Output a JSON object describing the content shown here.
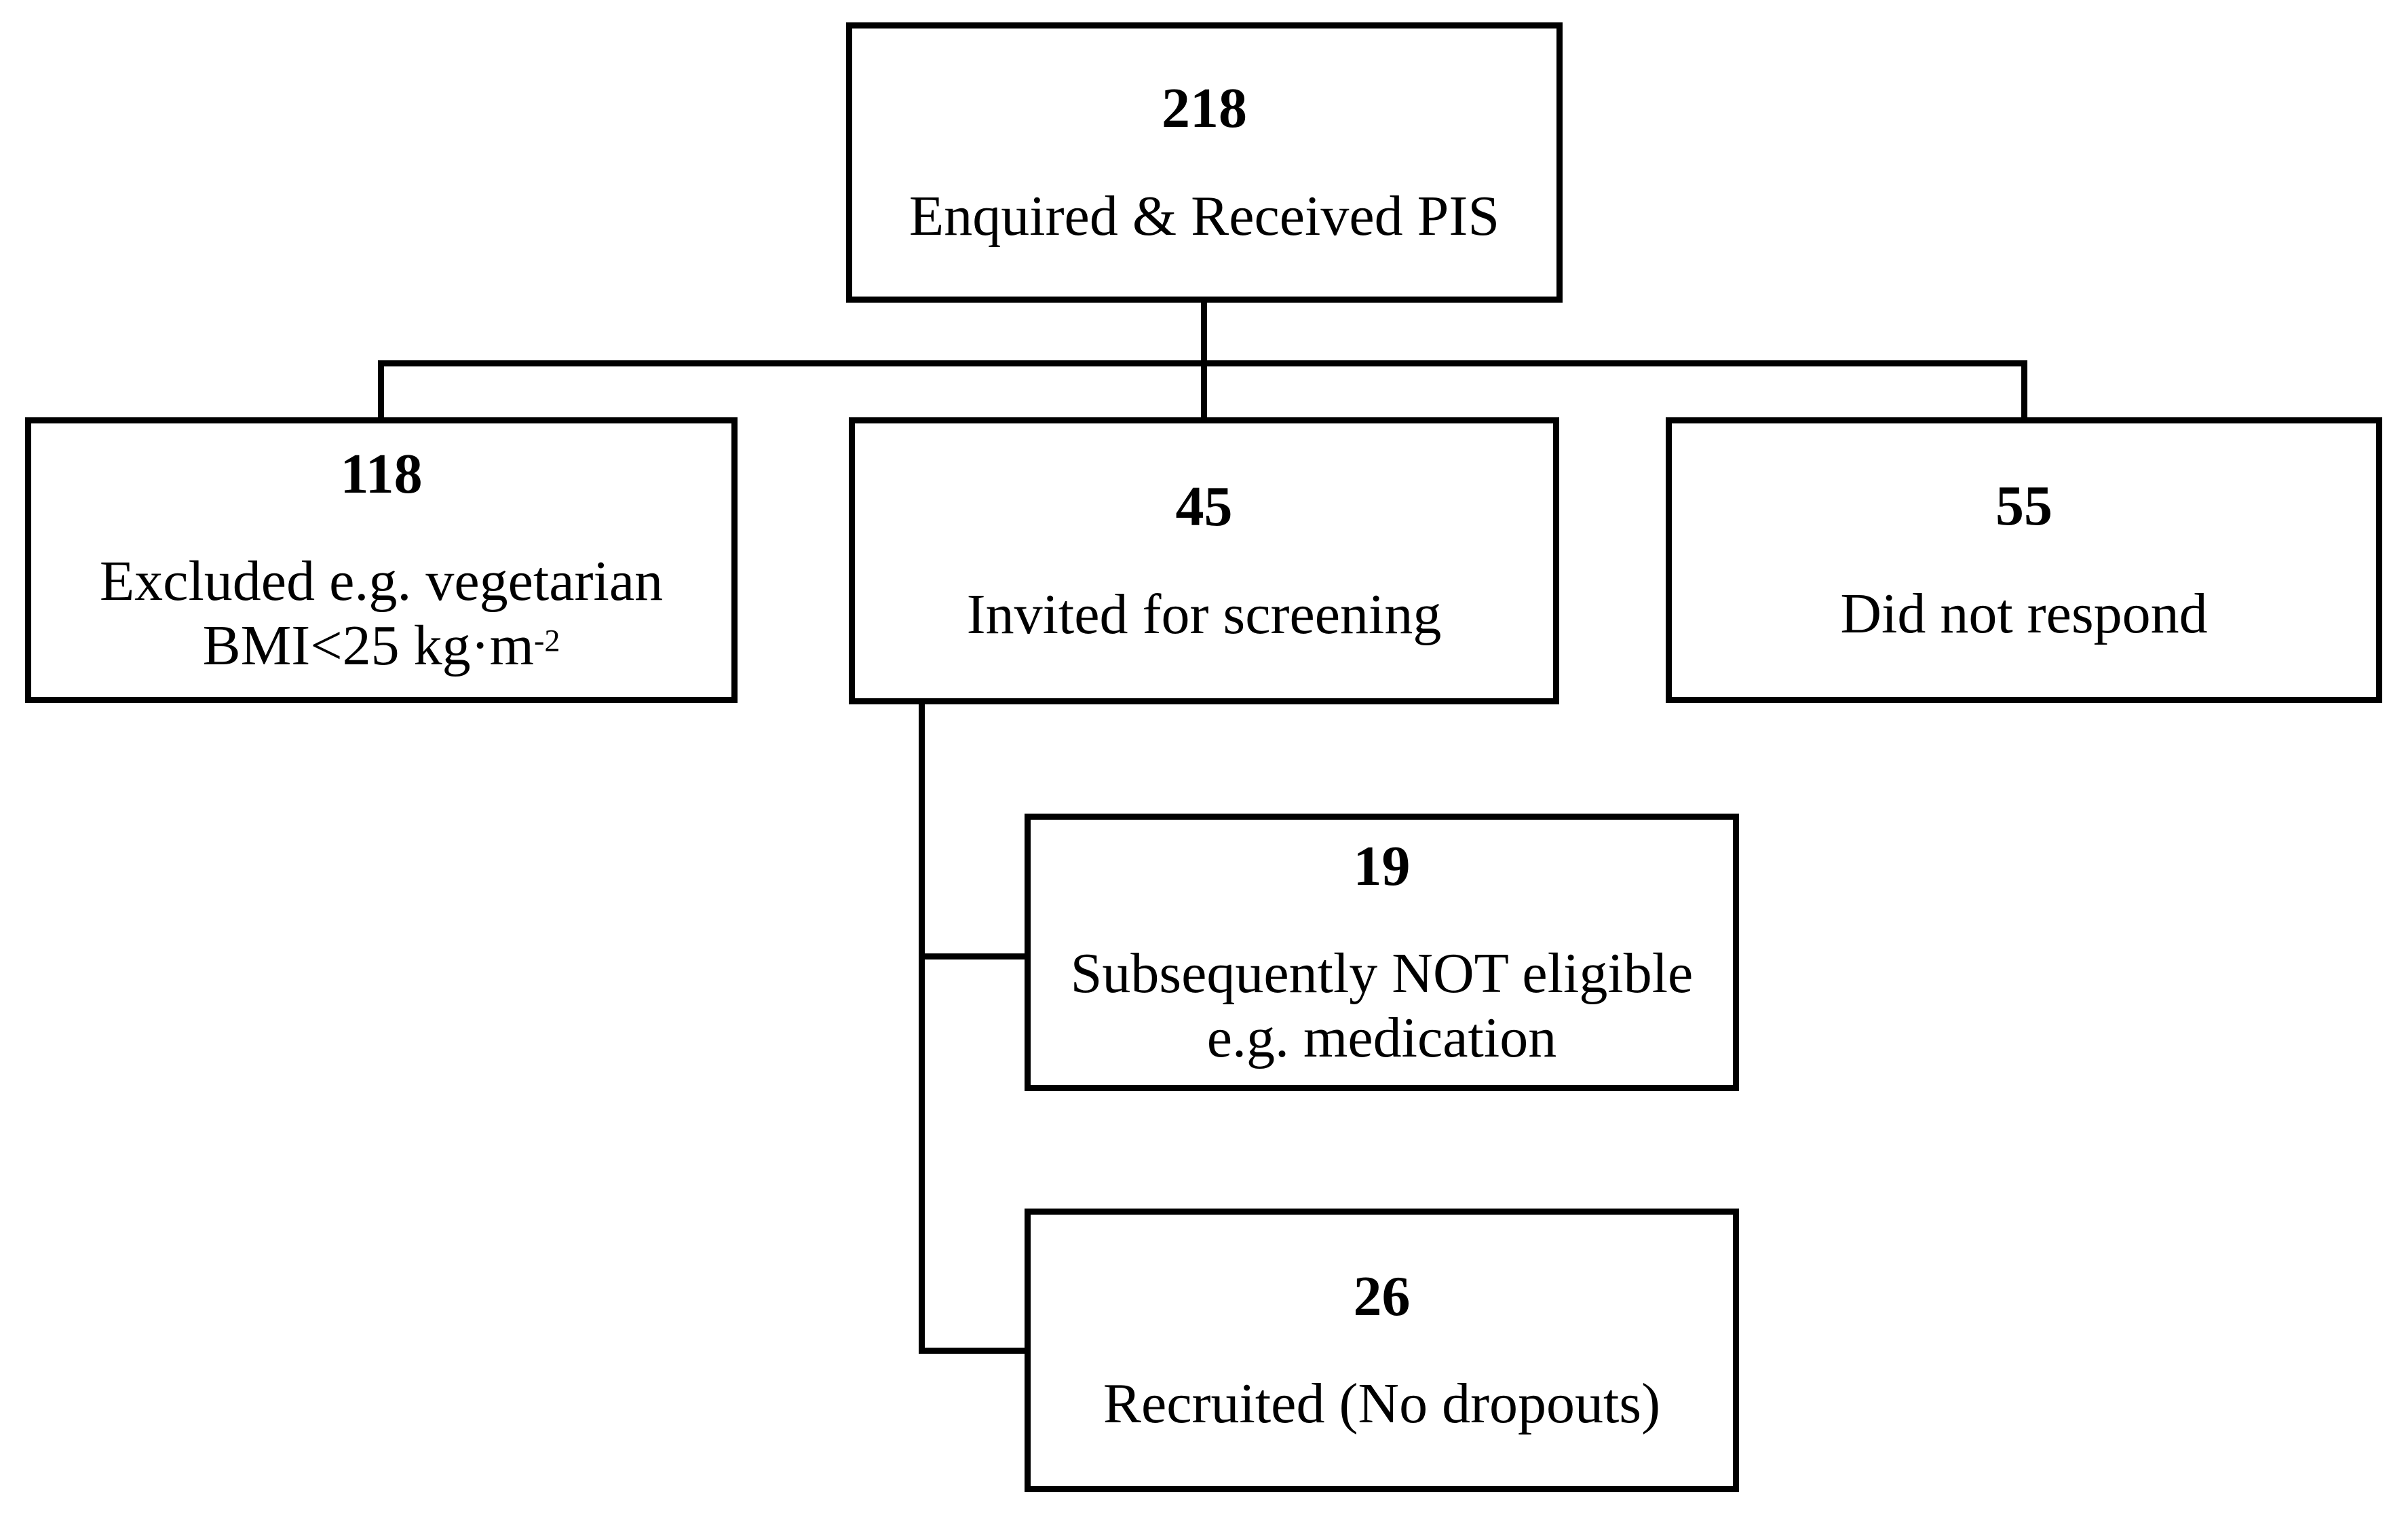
{
  "diagram": {
    "type": "flowchart",
    "colors": {
      "background": "#ffffff",
      "line": "#000000",
      "text": "#000000"
    },
    "nodes": {
      "enquired": {
        "count": "218",
        "label": "Enquired & Received PIS"
      },
      "excluded": {
        "count": "118",
        "label_line1": "Excluded e.g. vegetarian",
        "label_line2_base": "BMI<25 kg·m",
        "label_line2_sup": "-2"
      },
      "invited": {
        "count": "45",
        "label": "Invited for screening"
      },
      "did_not_respond": {
        "count": "55",
        "label": "Did not respond"
      },
      "not_eligible": {
        "count": "19",
        "label_line1": "Subsequently NOT eligible",
        "label_line2": "e.g. medication"
      },
      "recruited": {
        "count": "26",
        "label": "Recruited (No dropouts)"
      }
    }
  }
}
